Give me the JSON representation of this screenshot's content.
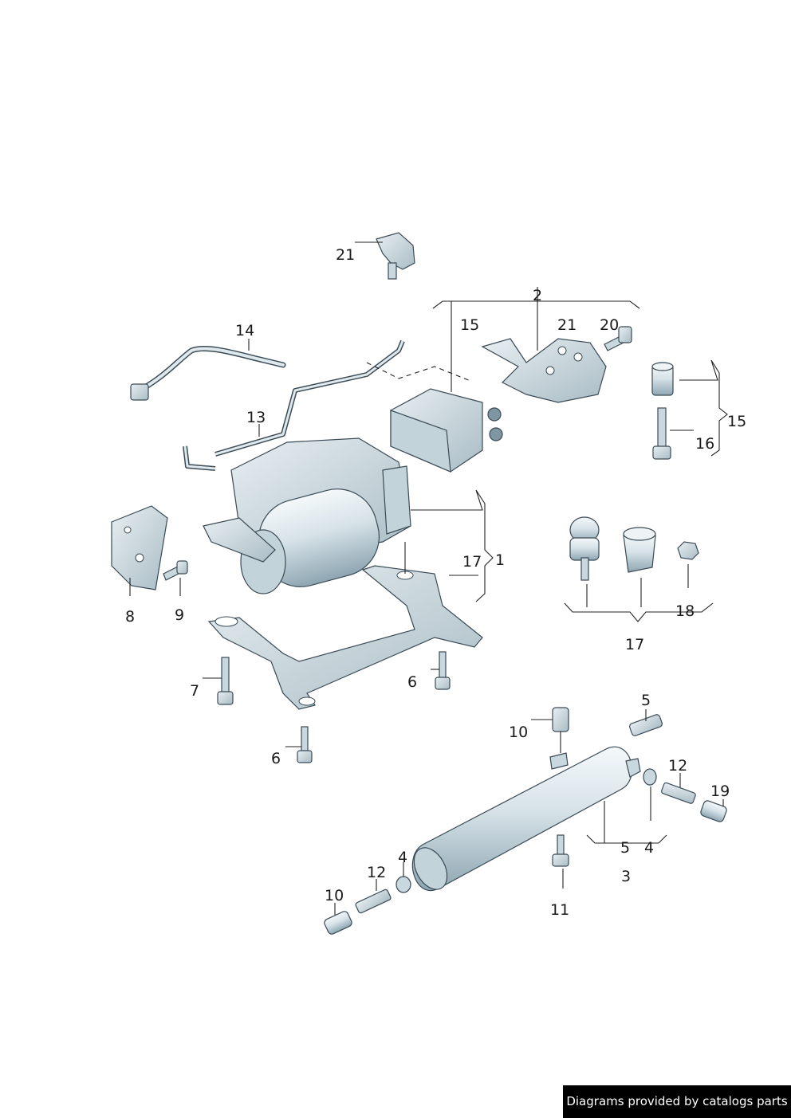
{
  "callouts": {
    "c21_top": "21",
    "c2": "2",
    "c15_mid": "15",
    "c21_bracket": "21",
    "c20": "20",
    "c14": "14",
    "c13": "13",
    "c15_right": "15",
    "c16": "16",
    "c1": "1",
    "c17_a": "17",
    "c8": "8",
    "c9": "9",
    "c18": "18",
    "c17_b": "17",
    "c7": "7",
    "c6_a": "6",
    "c6_b": "6",
    "c5_top": "5",
    "c10_top": "10",
    "c12_right": "12",
    "c19": "19",
    "c5_bottom": "5",
    "c4_right": "4",
    "c3": "3",
    "c4_left": "4",
    "c12_left": "12",
    "c10_bottom": "10",
    "c11": "11"
  },
  "footer": {
    "text": "Diagrams provided by catalogs parts"
  },
  "colors": {
    "part_fill": "#dfe8ec",
    "part_shade": "#b7c8d0",
    "line": "#222222",
    "footer_bg": "#000000",
    "footer_text": "#ffffff"
  }
}
